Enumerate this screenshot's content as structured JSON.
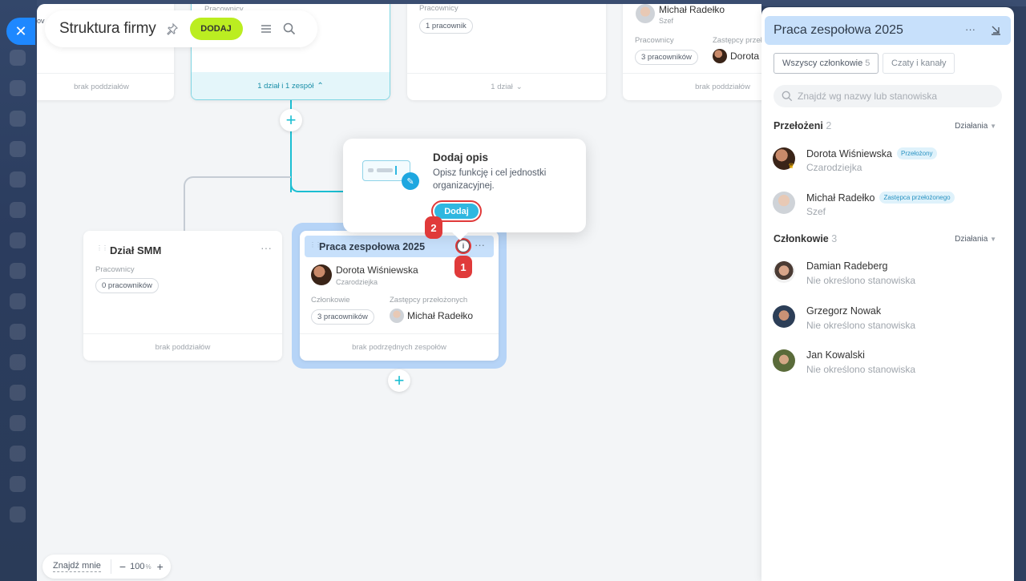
{
  "toolbar": {
    "title": "Struktura firmy",
    "add_label": "DODAJ"
  },
  "top_cards": {
    "left": {
      "footer": "brak poddziałów",
      "partial_label": "ov"
    },
    "center": {
      "employees_label": "Pracownicy",
      "footer": "1 dział i 1 zespół"
    },
    "mid": {
      "employees_label": "Pracownicy",
      "employees_count": "1 pracownik",
      "footer": "1 dział"
    },
    "right": {
      "head_name": "Michał Radełko",
      "head_role": "Szef",
      "employees_label": "Pracownicy",
      "employees_count": "3 pracowników",
      "deputy_label": "Zastępcy przeł",
      "deputy_name": "Dorota",
      "footer": "brak poddziałów"
    }
  },
  "dept_smm": {
    "title": "Dział SMM",
    "employees_label": "Pracownicy",
    "employees_count": "0 pracowników",
    "footer": "brak poddziałów"
  },
  "team_card": {
    "title": "Praca zespołowa 2025",
    "head_name": "Dorota Wiśniewska",
    "head_role": "Czarodziejka",
    "members_label": "Członkowie",
    "members_count": "3 pracowników",
    "deputies_label": "Zastępcy przełożonych",
    "deputy_name": "Michał Radełko",
    "footer": "brak podrzędnych zespołów"
  },
  "popover": {
    "title": "Dodaj opis",
    "text": "Opisz funkcję i cel jednostki organizacyjnej.",
    "button": "Dodaj"
  },
  "badges": {
    "first": "1",
    "second": "2"
  },
  "panel": {
    "title": "Praca zespołowa 2025",
    "tabs": [
      {
        "label": "Wszyscy członkowie",
        "count": "5"
      },
      {
        "label": "Czaty i kanały"
      }
    ],
    "search_placeholder": "Znajdź wg nazwy lub stanowiska",
    "supervisors": {
      "label": "Przełożeni",
      "count": "2",
      "actions": "Działania",
      "people": [
        {
          "name": "Dorota Wiśniewska",
          "tag": "Przełożony",
          "role": "Czarodziejka"
        },
        {
          "name": "Michał Radełko",
          "tag": "Zastępca przełożonego",
          "role": "Szef"
        }
      ]
    },
    "members": {
      "label": "Członkowie",
      "count": "3",
      "actions": "Działania",
      "people": [
        {
          "name": "Damian Radeberg",
          "role": "Nie określono stanowiska"
        },
        {
          "name": "Grzegorz Nowak",
          "role": "Nie określono stanowiska"
        },
        {
          "name": "Jan Kowalski",
          "role": "Nie określono stanowiska"
        }
      ]
    }
  },
  "zoom": {
    "find_me": "Znajdź mnie",
    "value": "100",
    "unit": "%"
  },
  "colors": {
    "accent_green": "#bbed21",
    "accent_teal": "#1bbed2",
    "accent_blue": "#1e88ff",
    "badge_red": "#e03a3a",
    "selection_blue": "#b6d4f7"
  }
}
